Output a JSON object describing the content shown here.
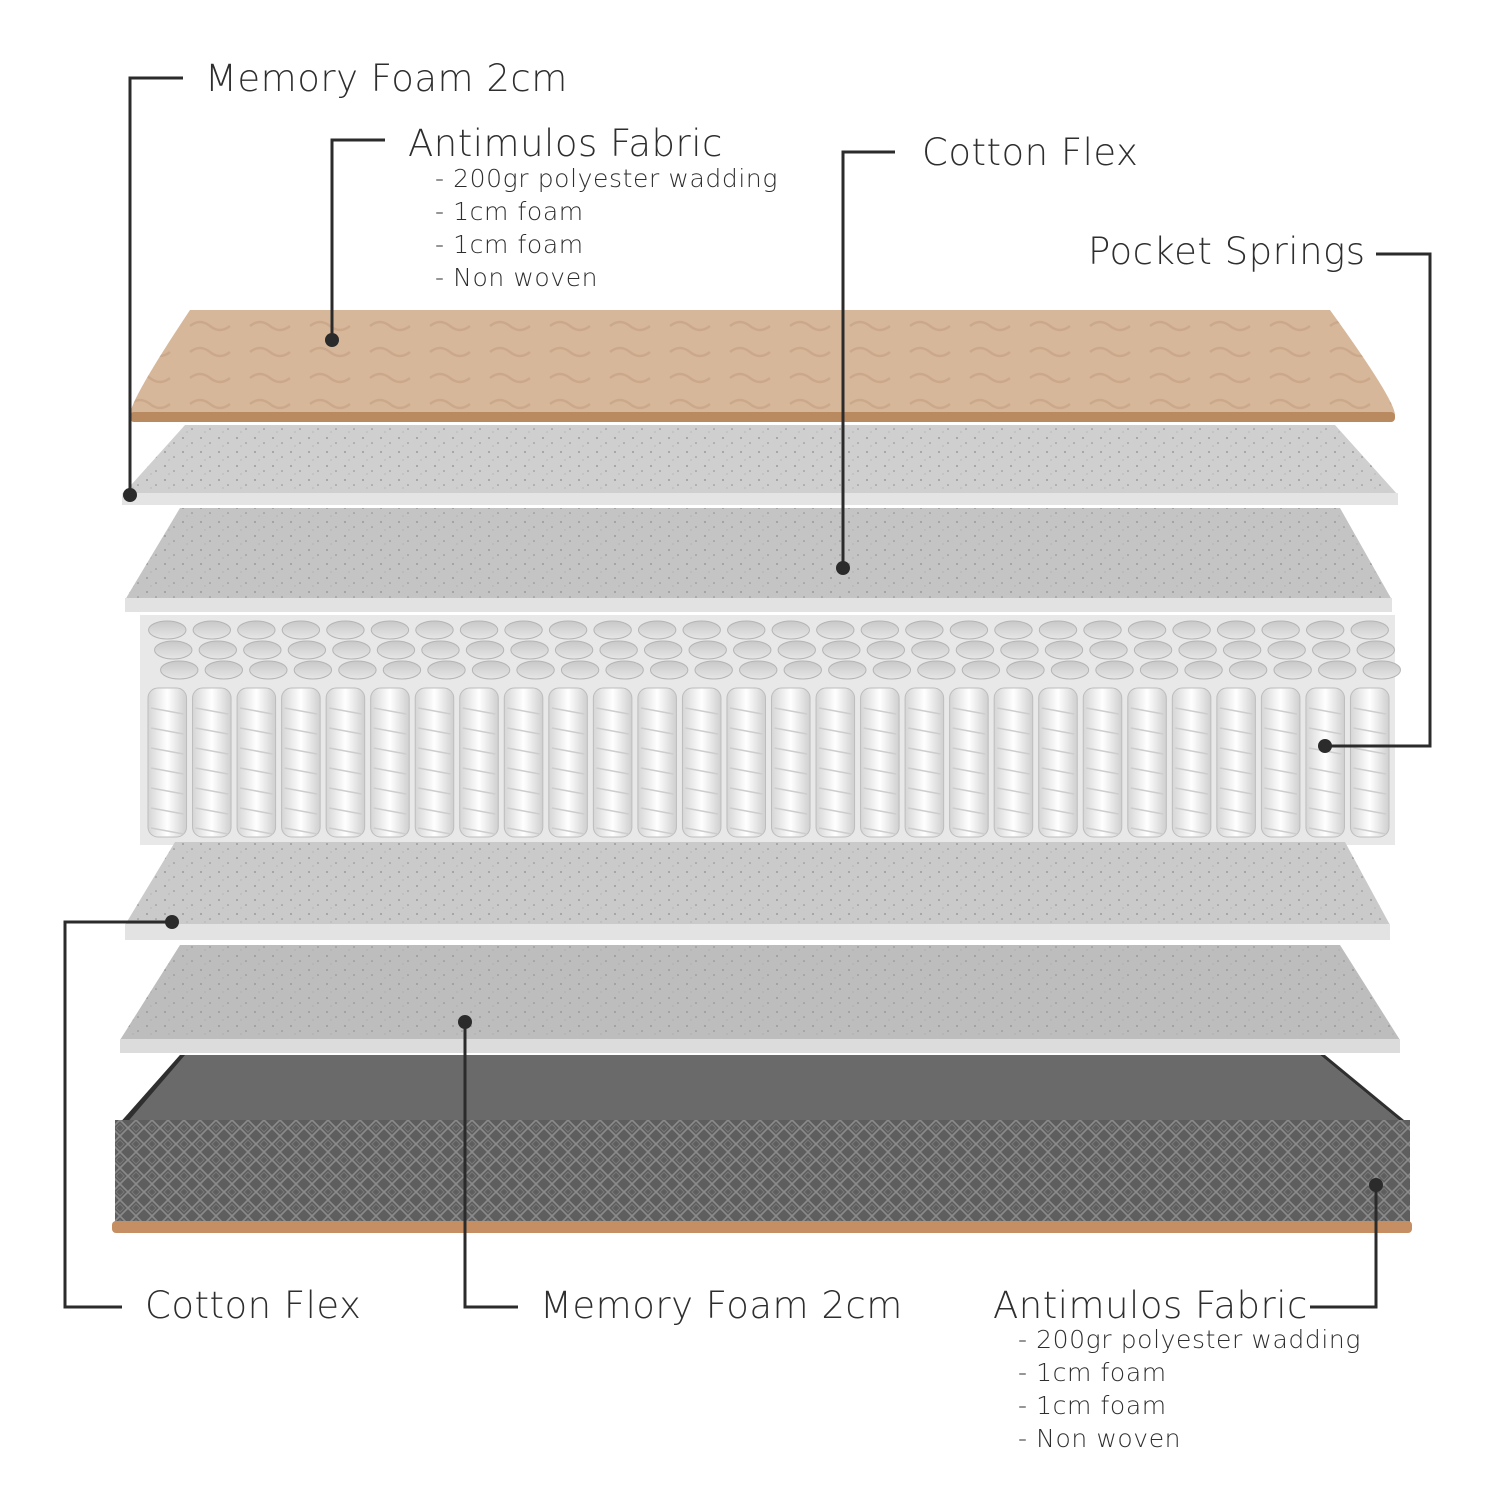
{
  "labels": {
    "memory_foam_top": "Memory Foam 2cm",
    "antimulos_top": {
      "title": "Antimulos Fabric",
      "items": [
        "- 200gr polyester wadding",
        "- 1cm foam",
        "- 1cm foam",
        "- Non woven"
      ]
    },
    "cotton_flex_top": "Cotton Flex",
    "pocket_springs": "Pocket Springs",
    "cotton_flex_bottom": "Cotton Flex",
    "memory_foam_bottom": "Memory Foam 2cm",
    "antimulos_bottom": {
      "title": "Antimulos Fabric",
      "items": [
        "- 200gr polyester wadding",
        "- 1cm foam",
        "- 1cm foam",
        "- Non woven"
      ]
    }
  },
  "colors": {
    "fabric_tan": "#d6b79a",
    "fabric_edge": "#b98a60",
    "foam_light": "#d9d9d9",
    "foam_mid": "#c8c8c8",
    "spring_white": "#f2f2f2",
    "base_dark": "#5a5a5a",
    "leader_line": "#2b2b2b"
  }
}
